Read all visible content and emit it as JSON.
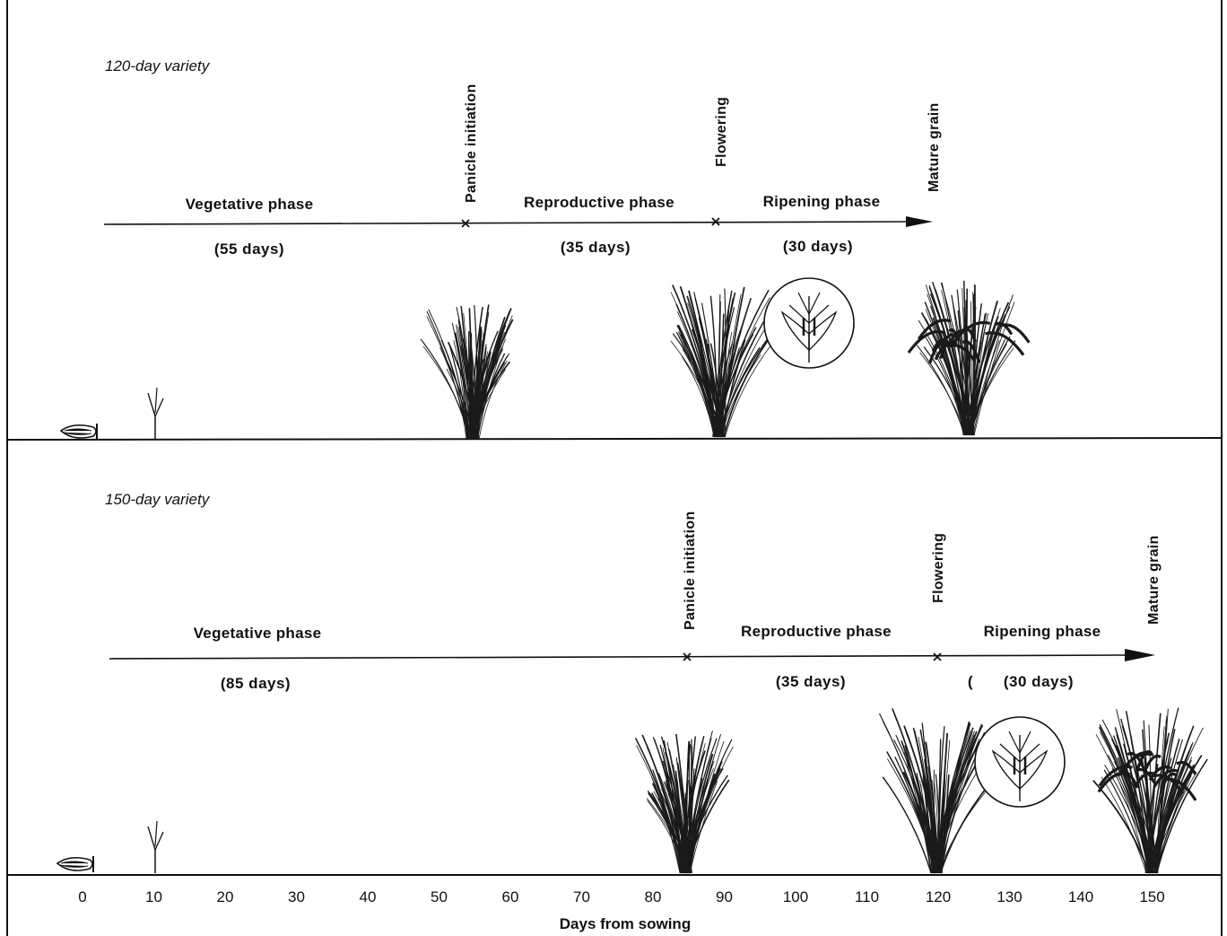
{
  "panels": [
    {
      "title": "120-day variety",
      "phases": [
        {
          "label": "Vegetative phase",
          "duration": "(55 days)"
        },
        {
          "label": "Reproductive phase",
          "duration": "(35 days)"
        },
        {
          "label": "Ripening phase",
          "duration": "(30 days)"
        }
      ],
      "events": [
        {
          "label": "Panicle initiation",
          "day": 55
        },
        {
          "label": "Flowering",
          "day": 90
        },
        {
          "label": "Mature grain",
          "day": 120
        }
      ]
    },
    {
      "title": "150-day variety",
      "phases": [
        {
          "label": "Vegetative phase",
          "duration": "(85 days)"
        },
        {
          "label": "Reproductive phase",
          "duration": "(35 days)"
        },
        {
          "label": "Ripening phase",
          "duration": "(30 days)"
        }
      ],
      "events": [
        {
          "label": "Panicle initiation",
          "day": 85
        },
        {
          "label": "Flowering",
          "day": 120
        },
        {
          "label": "Mature grain",
          "day": 150
        }
      ]
    }
  ],
  "axis": {
    "title": "Days from sowing",
    "ticks": [
      "0",
      "10",
      "20",
      "30",
      "40",
      "50",
      "60",
      "70",
      "80",
      "90",
      "100",
      "110",
      "120",
      "130",
      "140",
      "150"
    ]
  },
  "stray_mark": "("
}
